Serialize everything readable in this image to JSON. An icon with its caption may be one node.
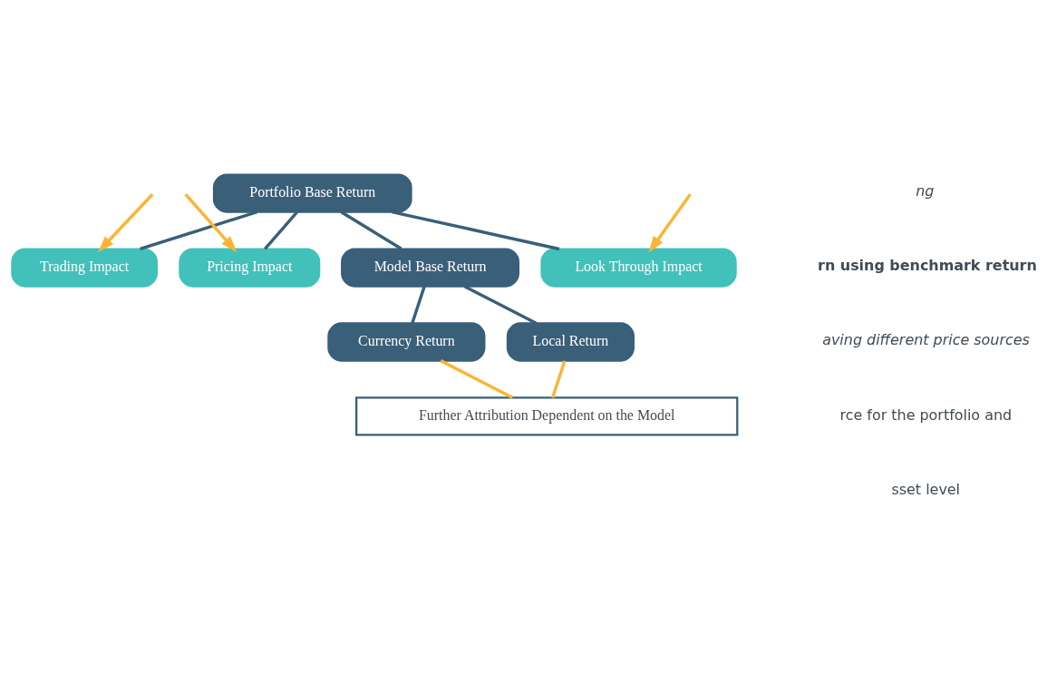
{
  "diagram": {
    "nodes": [
      {
        "text": [
          "Portfolio Base Return"
        ]
      },
      {
        "text": [
          "Trading Impact"
        ]
      },
      {
        "text": [
          "Pricing Impact"
        ]
      },
      {
        "text": [
          "Look Through Impact"
        ]
      },
      {
        "text": [
          "Model Base Return"
        ]
      },
      {
        "text": [
          "Currency Return"
        ]
      },
      {
        "text": [
          "Local Return"
        ]
      },
      {
        "text": [
          "Further Attribution Dependent on the Model"
        ]
      }
    ],
    "edges": [
      {
        "from": 0,
        "to": 1,
        "arrow": "none"
      },
      {
        "from": 0,
        "to": 2,
        "arrow": "none"
      },
      {
        "from": 0,
        "to": 3,
        "arrow": "none"
      },
      {
        "from": 0,
        "to": 4,
        "arrow": "none"
      },
      {
        "from": 4,
        "to": 5,
        "arrow": "none"
      },
      {
        "from": 4,
        "to": 6,
        "arrow": "none"
      },
      {
        "from": 5,
        "to": 7,
        "arrow": "none",
        "color": "#fbb534"
      },
      {
        "from": 6,
        "to": 7,
        "arrow": "none",
        "color": "#fbb534"
      },
      {
        "from": null,
        "to": 1,
        "arrow": "to",
        "color": "#fbb534"
      },
      {
        "from": null,
        "to": 2,
        "arrow": "to",
        "color": "#fbb534"
      },
      {
        "from": null,
        "to": 3,
        "arrow": "to",
        "color": "#fbb534"
      }
    ],
    "labels": [
      "ng",
      "rn using benchmark return",
      "aving different price sources",
      "rce for the portfolio and",
      "sset level"
    ]
  }
}
